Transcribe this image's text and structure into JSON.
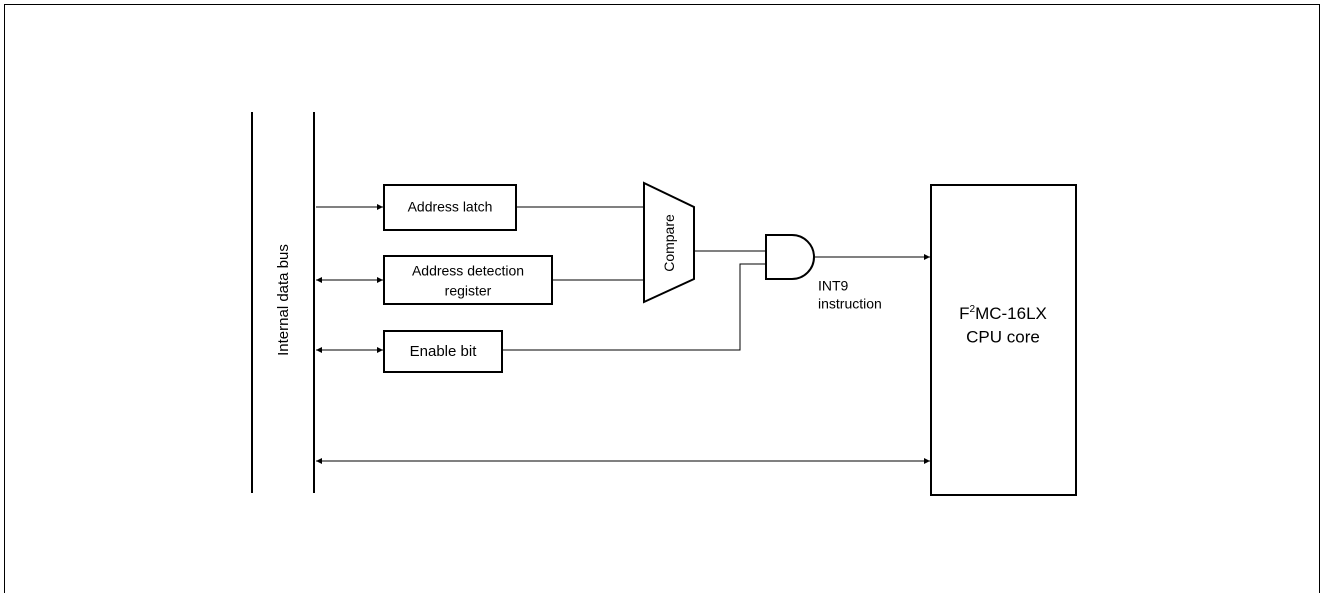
{
  "diagram": {
    "bus_label": "Internal data bus",
    "address_latch": "Address latch",
    "address_detection_line1": "Address detection",
    "address_detection_line2": "register",
    "enable_bit": "Enable bit",
    "compare": "Compare",
    "int9_line1": "INT9",
    "int9_line2": "instruction",
    "cpu_line1_prefix": "F",
    "cpu_line1_sup": "2",
    "cpu_line1_suffix": "MC-16LX",
    "cpu_line2": "CPU core"
  }
}
